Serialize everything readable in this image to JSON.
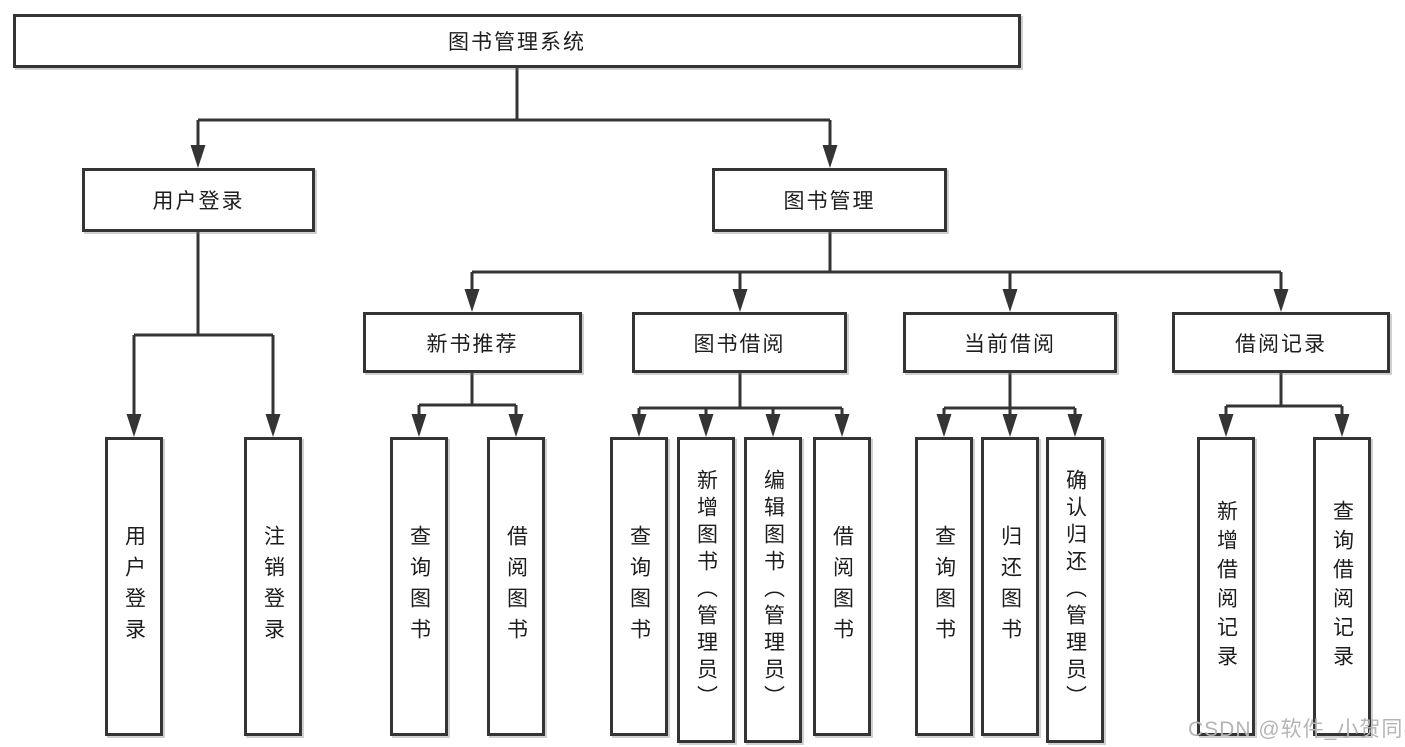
{
  "colors": {
    "background": "#ffffff",
    "line": "#343434",
    "box_border": "#343434",
    "text": "#1d1d1f",
    "watermark": "#b5b5b5"
  },
  "diagram": {
    "type": "hierarchy-tree",
    "root": {
      "label": "图书管理系统"
    },
    "level2": [
      {
        "label": "用户登录"
      },
      {
        "label": "图书管理"
      }
    ],
    "level3": [
      {
        "label": "新书推荐",
        "parent": "图书管理"
      },
      {
        "label": "图书借阅",
        "parent": "图书管理"
      },
      {
        "label": "当前借阅",
        "parent": "图书管理"
      },
      {
        "label": "借阅记录",
        "parent": "图书管理"
      }
    ],
    "leaves": [
      {
        "label": "用户登录",
        "parent": "用户登录"
      },
      {
        "label": "注销登录",
        "parent": "用户登录"
      },
      {
        "label": "查询图书",
        "parent": "新书推荐"
      },
      {
        "label": "借阅图书",
        "parent": "新书推荐"
      },
      {
        "label": "查询图书",
        "parent": "图书借阅"
      },
      {
        "label": "新增图书（管理员）",
        "parent": "图书借阅"
      },
      {
        "label": "编辑图书（管理员）",
        "parent": "图书借阅"
      },
      {
        "label": "借阅图书",
        "parent": "图书借阅"
      },
      {
        "label": "查询图书",
        "parent": "当前借阅"
      },
      {
        "label": "归还图书",
        "parent": "当前借阅"
      },
      {
        "label": "确认归还（管理员）",
        "parent": "当前借阅"
      },
      {
        "label": "新增借阅记录",
        "parent": "借阅记录"
      },
      {
        "label": "查询借阅记录",
        "parent": "借阅记录"
      }
    ]
  },
  "watermark": {
    "text": "CSDN @软件_小贺同学"
  }
}
